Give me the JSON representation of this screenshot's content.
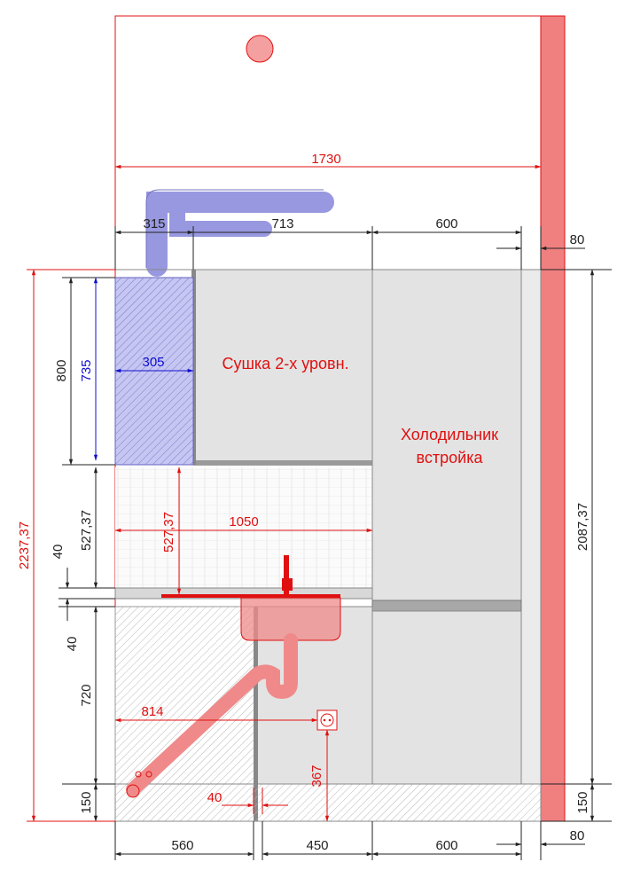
{
  "labels": {
    "dryer": "Сушка 2-х уровн.",
    "fridge_line1": "Холодильник",
    "fridge_line2": "встройка"
  },
  "dimensions": {
    "top_width": "1730",
    "d315": "315",
    "d713": "713",
    "d600_top": "600",
    "d80_top": "80",
    "d800": "800",
    "d735": "735",
    "d305": "305",
    "d527_left": "527,37",
    "d527_red": "527,37",
    "d1050": "1050",
    "d40_a": "40",
    "d40_b": "40",
    "d720": "720",
    "d814": "814",
    "d367": "367",
    "d40_bottom": "40",
    "d150_left": "150",
    "d150_right": "150",
    "d2237": "2237,37",
    "d2087": "2087,37",
    "d560": "560",
    "d450": "450",
    "d600_bottom": "600",
    "d80_bottom": "80"
  },
  "colors": {
    "red_line": "#e01010",
    "wall_red": "#f08080",
    "cabinet_gray": "#e3e3e3",
    "blue_duct": "#9090e0",
    "pink_sink": "#f08a8a"
  }
}
